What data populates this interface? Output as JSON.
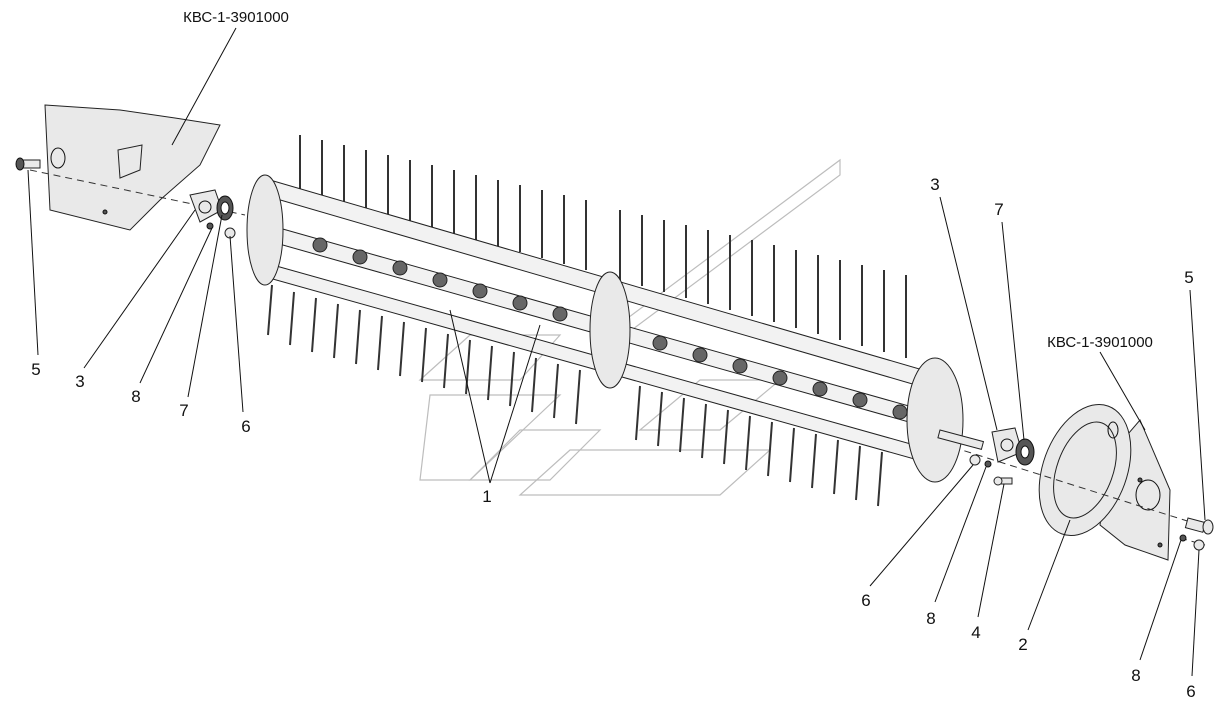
{
  "diagram": {
    "assembly_codes": {
      "left": "КВС-1-3901000",
      "right": "КВС-1-3901000"
    },
    "callouts": [
      {
        "id": "callout-5-left",
        "text": "5"
      },
      {
        "id": "callout-3-left",
        "text": "3"
      },
      {
        "id": "callout-8-left",
        "text": "8"
      },
      {
        "id": "callout-7-left",
        "text": "7"
      },
      {
        "id": "callout-6-left",
        "text": "6"
      },
      {
        "id": "callout-1",
        "text": "1"
      },
      {
        "id": "callout-3-right",
        "text": "3"
      },
      {
        "id": "callout-7-right",
        "text": "7"
      },
      {
        "id": "callout-5-right",
        "text": "5"
      },
      {
        "id": "callout-6-mid",
        "text": "6"
      },
      {
        "id": "callout-8-mid",
        "text": "8"
      },
      {
        "id": "callout-4",
        "text": "4"
      },
      {
        "id": "callout-2",
        "text": "2"
      },
      {
        "id": "callout-8-right",
        "text": "8"
      },
      {
        "id": "callout-6-right",
        "text": "6"
      }
    ]
  }
}
